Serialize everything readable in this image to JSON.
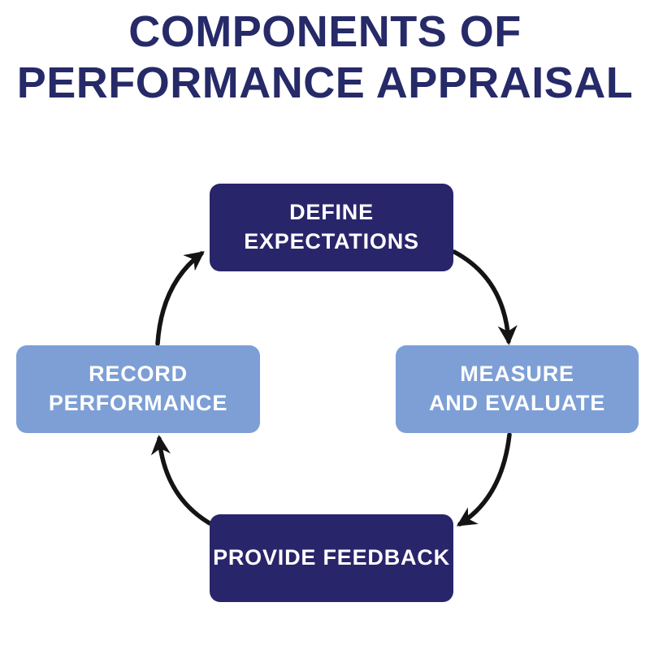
{
  "title": {
    "line1": "COMPONENTS OF",
    "line2": "PERFORMANCE APPRAISAL"
  },
  "diagram": {
    "type": "cycle",
    "flow_direction": "clockwise",
    "nodes": [
      {
        "id": "define-expectations",
        "position": "top",
        "variant": "dark",
        "line1": "DEFINE",
        "line2": "EXPECTATIONS"
      },
      {
        "id": "measure-and-evaluate",
        "position": "right",
        "variant": "light",
        "line1": "MEASURE",
        "line2": "AND EVALUATE"
      },
      {
        "id": "provide-feedback",
        "position": "bottom",
        "variant": "dark",
        "line1": "PROVIDE FEEDBACK",
        "line2": ""
      },
      {
        "id": "record-performance",
        "position": "left",
        "variant": "light",
        "line1": "RECORD",
        "line2": "PERFORMANCE"
      }
    ],
    "edges": [
      {
        "from": "define-expectations",
        "to": "measure-and-evaluate"
      },
      {
        "from": "measure-and-evaluate",
        "to": "provide-feedback"
      },
      {
        "from": "provide-feedback",
        "to": "record-performance"
      },
      {
        "from": "record-performance",
        "to": "define-expectations"
      }
    ]
  },
  "colors": {
    "dark_box": "#29256b",
    "light_box": "#7d9fd6",
    "title_text": "#262a68",
    "box_text": "#ffffff",
    "arrow": "#141414",
    "background": "#ffffff"
  }
}
